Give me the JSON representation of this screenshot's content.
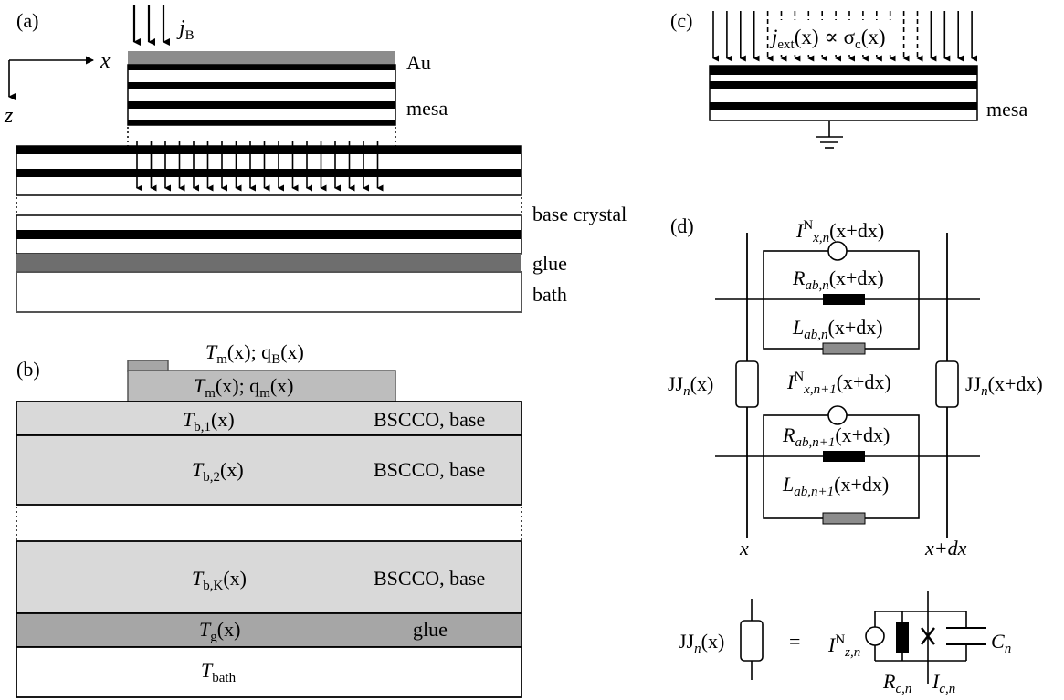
{
  "panels": {
    "a": {
      "label": "(a)",
      "axis_x": "x",
      "axis_z": "z",
      "current": {
        "sym": "j",
        "sub": "B"
      },
      "labels": {
        "au": "Au",
        "mesa": "mesa",
        "base": "base crystal",
        "glue": "glue",
        "bath": "bath"
      }
    },
    "b": {
      "label": "(b)",
      "top": {
        "p1": "T",
        "p1sub": "m",
        "p1tail": "(x); q",
        "p2sub": "B",
        "p2tail": "(x)"
      },
      "mesa": {
        "p1": "T",
        "p1sub": "m",
        "p1tail": "(x); q",
        "p2sub": "m",
        "p2tail": "(x)"
      },
      "b1": {
        "sym": "T",
        "sub": "b,1",
        "tail": "(x)",
        "mat": "BSCCO, base"
      },
      "b2": {
        "sym": "T",
        "sub": "b,2",
        "tail": "(x)",
        "mat": "BSCCO, base"
      },
      "bk": {
        "sym": "T",
        "sub": "b,K",
        "tail": "(x)",
        "mat": "BSCCO, base"
      },
      "g": {
        "sym": "T",
        "sub": "g",
        "tail": "(x)",
        "mat": "glue"
      },
      "bath": {
        "sym": "T",
        "sub": "bath"
      }
    },
    "c": {
      "label": "(c)",
      "current": {
        "sym": "j",
        "sub": "ext",
        "mid": "(x) ∝ σ",
        "sub2": "c",
        "tail": "(x)"
      },
      "mesa": "mesa"
    },
    "d": {
      "label": "(d)",
      "in1": {
        "sym": "I",
        "sup": "N",
        "sub": "x,n",
        "tail": "(x+dx)"
      },
      "r1": {
        "sym": "R",
        "sub": "ab,n",
        "tail": "(x+dx)"
      },
      "l1": {
        "sym": "L",
        "sub": "ab,n",
        "tail": "(x+dx)"
      },
      "in2": {
        "sym": "I",
        "sup": "N",
        "sub": "x,n+1",
        "tail": "(x+dx)"
      },
      "r2": {
        "sym": "R",
        "sub": "ab,n+1",
        "tail": "(x+dx)"
      },
      "l2": {
        "sym": "L",
        "sub": "ab,n+1",
        "tail": "(x+dx)"
      },
      "jj_left": {
        "sym": "JJ",
        "sub": "n",
        "tail": "(x)"
      },
      "jj_right": {
        "sym": "JJ",
        "sub": "n",
        "tail": "(x+dx)"
      },
      "x_left": "x",
      "x_right": "x+dx",
      "eq": {
        "jj": "JJ",
        "jjsub": "n",
        "jjtail": "(x)",
        "equals": "=",
        "izsym": "I",
        "izsup": "N",
        "izsub": "z,n",
        "rsym": "R",
        "rsub": "c,n",
        "isym": "I",
        "isub": "c,n",
        "csym": "C",
        "csub": "n"
      }
    }
  },
  "colors": {
    "au": "#8c8c8c",
    "base": "#d9d9d9",
    "glue_b": "#a6a6a6",
    "glue_a": "#6e6e6e",
    "inductor": "#8c8c8c",
    "ink": "#000000"
  }
}
